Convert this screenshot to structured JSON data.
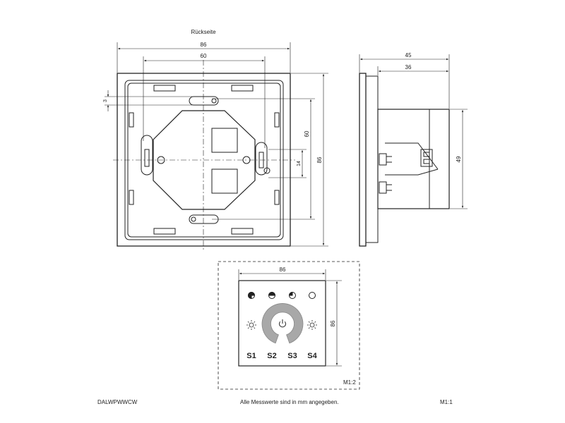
{
  "views": {
    "back": {
      "caption": "Rückseite",
      "dims": {
        "width_outer": "86",
        "width_inner": "60",
        "height_outer": "86",
        "height_inner": "60",
        "gap": "14",
        "offset": "3"
      }
    },
    "side": {
      "dims": {
        "depth_total": "45",
        "depth_body": "36",
        "height": "49"
      }
    },
    "front": {
      "dims": {
        "width": "86",
        "height": "86"
      },
      "scale": "M1:2",
      "buttons": [
        "S1",
        "S2",
        "S3",
        "S4"
      ]
    }
  },
  "footer": {
    "model": "DALWPWWCW",
    "note": "Alle Messwerte sind in mm angegeben.",
    "scale": "M1:1"
  }
}
